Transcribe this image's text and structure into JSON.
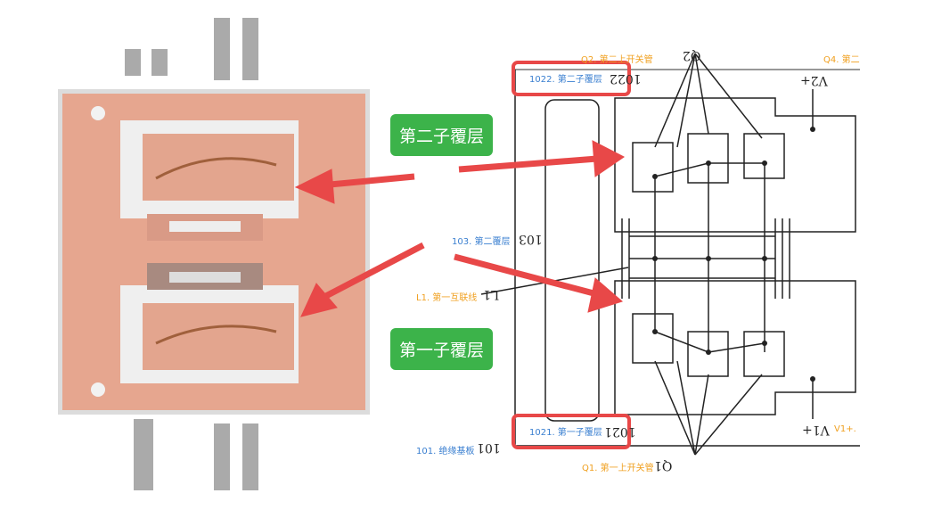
{
  "badges": {
    "second_sub_cladding": "第二子覆层",
    "first_sub_cladding": "第一子覆层"
  },
  "labels": {
    "q2": "Q2. 第二上开关管",
    "q4": "Q4. 第二",
    "l1022": "1022. 第二子覆层",
    "l103": "103. 第二覆层",
    "l_l1": "L1. 第一互联线",
    "l1021": "1021. 第一子覆层",
    "l101": "101. 绝缘基板",
    "q1": "Q1. 第一上开关管",
    "v1": "V1+. "
  },
  "mirrored_marks": {
    "q2": "Q2",
    "r1022": "1022",
    "v2": "V2+",
    "r103": "103",
    "l1": "L1",
    "r1021": "1021",
    "r101": "101",
    "q1": "Q1",
    "v1": "V1+"
  },
  "colors": {
    "copper": "#e3a58e",
    "arrow": "#e84848",
    "badge": "#3cb34a",
    "label_blue": "#3a7fd0",
    "label_orange": "#f0a020"
  }
}
